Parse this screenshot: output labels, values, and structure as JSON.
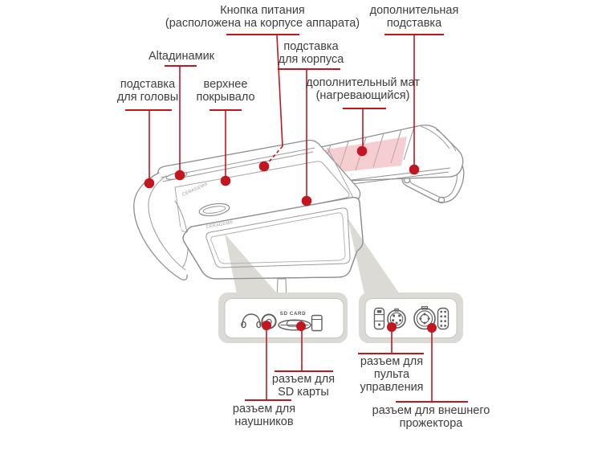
{
  "brand": "CERAGEM®",
  "panel": {
    "sd_card": "SD CARD"
  },
  "labels": {
    "power_button": "Кнопка питания\n(расположена на корпусе аппарата)",
    "body_stand": "подставка\nдля корпуса",
    "additional_stand": "дополнительная\nподставка",
    "alta_speaker": "Altaдинамик",
    "head_stand": "подставка\nдля головы",
    "top_cover": "верхнее\nпокрывало",
    "heated_mat": "дополнительный мат\n(нагревающийся)",
    "sd_slot": "разъем для\nSD карты",
    "headphones": "разъем для\nнаушников",
    "remote": "разъем для\nпульта\nуправления",
    "projector": "разъем для внешнего\nпрожектора"
  },
  "colors": {
    "accent_red": "#c3161f",
    "mat_pink": "#eda6ab",
    "callout_gray": "#dbdad5",
    "line_gray": "#8e8e8e",
    "text": "#3d3d3d"
  }
}
